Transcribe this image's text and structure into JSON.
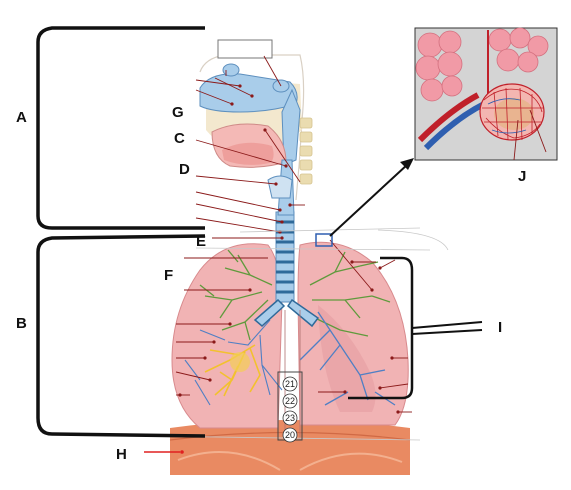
{
  "labels": {
    "A": "A",
    "B": "B",
    "C": "C",
    "D": "D",
    "E": "E",
    "F": "F",
    "G": "G",
    "H": "H",
    "I": "I",
    "J": "J"
  },
  "numbers": [
    "21",
    "22",
    "23",
    "20"
  ],
  "colors": {
    "airway_blue": "#a9cdea",
    "lung_pink": "#f1b3b4",
    "bronchi_green": "#5f9a3c",
    "bronchi_yellow": "#f2c12e",
    "diaphragm": "#e07a52",
    "alveoli_pink": "#f19aa6",
    "vessel_red": "#c0202a",
    "vessel_blue": "#2f5fb0",
    "leader_line": "#8b1a1a",
    "h_arrow": "#e02020"
  }
}
